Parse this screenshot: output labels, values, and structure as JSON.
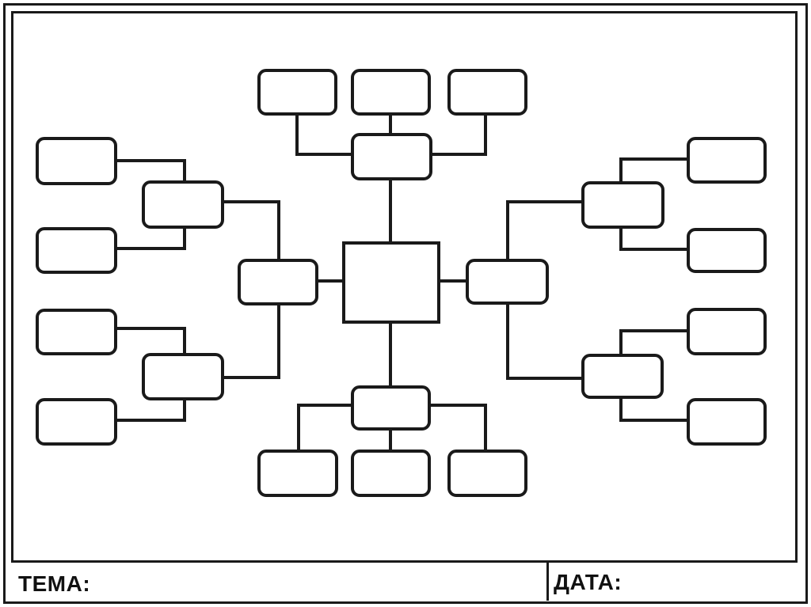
{
  "colors": {
    "stroke": "#1a1a1a",
    "background": "#ffffff"
  },
  "footer": {
    "topic_label": "ТЕМА:",
    "topic_value": "",
    "date_label": "ДАТА:",
    "date_value": ""
  },
  "diagram": {
    "type": "concept-map-worksheet",
    "central": {
      "label": ""
    },
    "branches": {
      "top": {
        "hub": "",
        "leaves": [
          "",
          "",
          ""
        ]
      },
      "bottom": {
        "hub": "",
        "leaves": [
          "",
          "",
          ""
        ]
      },
      "left": {
        "hub": "",
        "groups": [
          {
            "node": "",
            "leaves": [
              "",
              ""
            ]
          },
          {
            "node": "",
            "leaves": [
              "",
              ""
            ]
          }
        ]
      },
      "right": {
        "hub": "",
        "groups": [
          {
            "node": "",
            "leaves": [
              "",
              ""
            ]
          },
          {
            "node": "",
            "leaves": [
              "",
              ""
            ]
          }
        ]
      }
    }
  }
}
